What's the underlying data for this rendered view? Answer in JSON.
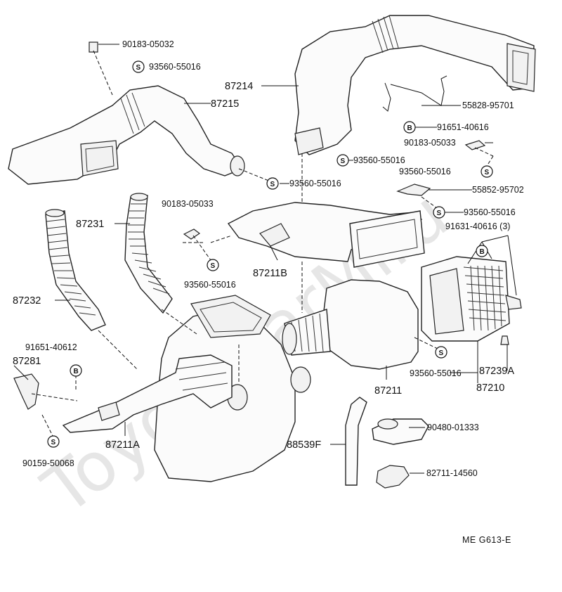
{
  "watermark": "ToyotaCarMiru",
  "diagram_code": "ME  G613-E",
  "symbols": {
    "s": "S",
    "b": "B"
  },
  "labels": {
    "p90183_05032": "90183-05032",
    "p93560_55016_a": "93560-55016",
    "p87215": "87215",
    "p87214": "87214",
    "p93560_55016_b": "93560-55016",
    "p93560_55016_c": "93560-55016",
    "p55828_95701": "55828-95701",
    "p91651_40616": "91651-40616",
    "p90183_05033_a": "90183-05033",
    "p93560_55016_d": "93560-55016",
    "p55852_95702": "55852-95702",
    "p93560_55016_e": "93560-55016",
    "p91631_40616": "91631-40616 (3)",
    "p87231": "87231",
    "p90183_05033_b": "90183-05033",
    "p87211B": "87211B",
    "p93560_55016_f": "93560-55016",
    "p87232": "87232",
    "p91651_40612": "91651-40612",
    "p87281": "87281",
    "p93560_55016_g": "93560-55016",
    "p87239A": "87239A",
    "p87211": "87211",
    "p87210": "87210",
    "p87211A": "87211A",
    "p90159_50068": "90159-50068",
    "p88539F": "88539F",
    "p90480_01333": "90480-01333",
    "p82711_14560": "82711-14560"
  }
}
